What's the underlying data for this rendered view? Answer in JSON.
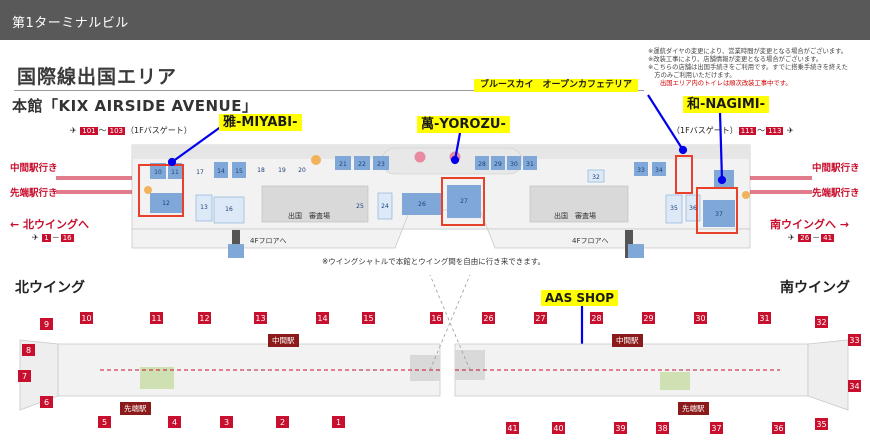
{
  "header": {
    "title": "第1ターミナルビル"
  },
  "page_title": "国際線出国エリア",
  "main_building_title": "本館「KIX AIRSIDE AVENUE」",
  "notes": [
    "※運航ダイヤの変更により、営業時間が変更となる場合がございます。",
    "※改装工事により、店舗情報が変更となる場合がございます。",
    "※こちらの店舗は出国手続きをご利用です。すでに搭乗手続きを終えた",
    "　方のみご利用いただけます。",
    "出国エリア内のトイレは順次改装工事中です。"
  ],
  "callouts": {
    "miyabi": "雅-MIYABI-",
    "yorozu": "萬-YOROZU-",
    "bluesky": "ブルースカイ　オープンカフェテリア",
    "nagimi": "和-NAGIMI-",
    "aas": "AAS SHOP"
  },
  "sections": {
    "north_wing": "北ウイング",
    "south_wing": "南ウイング"
  },
  "side_labels": {
    "naka_left": "中間駅行き",
    "saki_left": "先端駅行き",
    "naka_right": "中間駅行き",
    "saki_right": "先端駅行き"
  },
  "wing_links": {
    "north": "← 北ウイングへ",
    "south": "南ウイングへ →"
  },
  "gate_ranges": {
    "top_left": {
      "from": "101",
      "to": "103",
      "suffix": "（1Fバスゲート）"
    },
    "top_right": {
      "prefix": "（1Fバスゲート）",
      "from": "111",
      "to": "113"
    },
    "north_link": {
      "from": "1",
      "to": "16"
    },
    "south_link": {
      "from": "26",
      "to": "41"
    }
  },
  "labels": {
    "immigration": "出国　審査場",
    "floor4_left": "4Fフロアへ",
    "floor4_right": "4Fフロアへ",
    "shuttle_note": "※ウイングシャトルで本館とウイング間を自由に行き来できます。",
    "naka_station_north": "中間駅",
    "saki_station_north": "先端駅",
    "naka_station_south": "中間駅",
    "saki_station_south": "先端駅"
  },
  "north_gates_top": [
    "10",
    "11",
    "12",
    "13",
    "14",
    "15",
    "16"
  ],
  "north_gates_left": [
    "9",
    "8",
    "7",
    "6"
  ],
  "north_gates_bottom": [
    "5",
    "4",
    "3",
    "2",
    "1"
  ],
  "south_gates_top": [
    "26",
    "27",
    "28",
    "29",
    "30",
    "31"
  ],
  "south_gates_right": [
    "32",
    "33",
    "34",
    "35"
  ],
  "south_gates_bottom": [
    "41",
    "40",
    "39",
    "38",
    "37",
    "36"
  ],
  "shops_top": [
    "10",
    "11",
    "12",
    "13",
    "14",
    "15",
    "16",
    "17",
    "18",
    "19",
    "20",
    "21",
    "22",
    "23",
    "24",
    "25",
    "26",
    "27",
    "28",
    "29",
    "30",
    "31",
    "32",
    "33",
    "34",
    "35",
    "36",
    "37"
  ],
  "colors": {
    "header": "#595959",
    "shop_blue": "#7fa8d8",
    "shop_light": "#dde9f6",
    "highlight": "#e8402a",
    "callout": "#ffff00",
    "pointer": "#0000ee",
    "accent_red": "#c8102e"
  }
}
